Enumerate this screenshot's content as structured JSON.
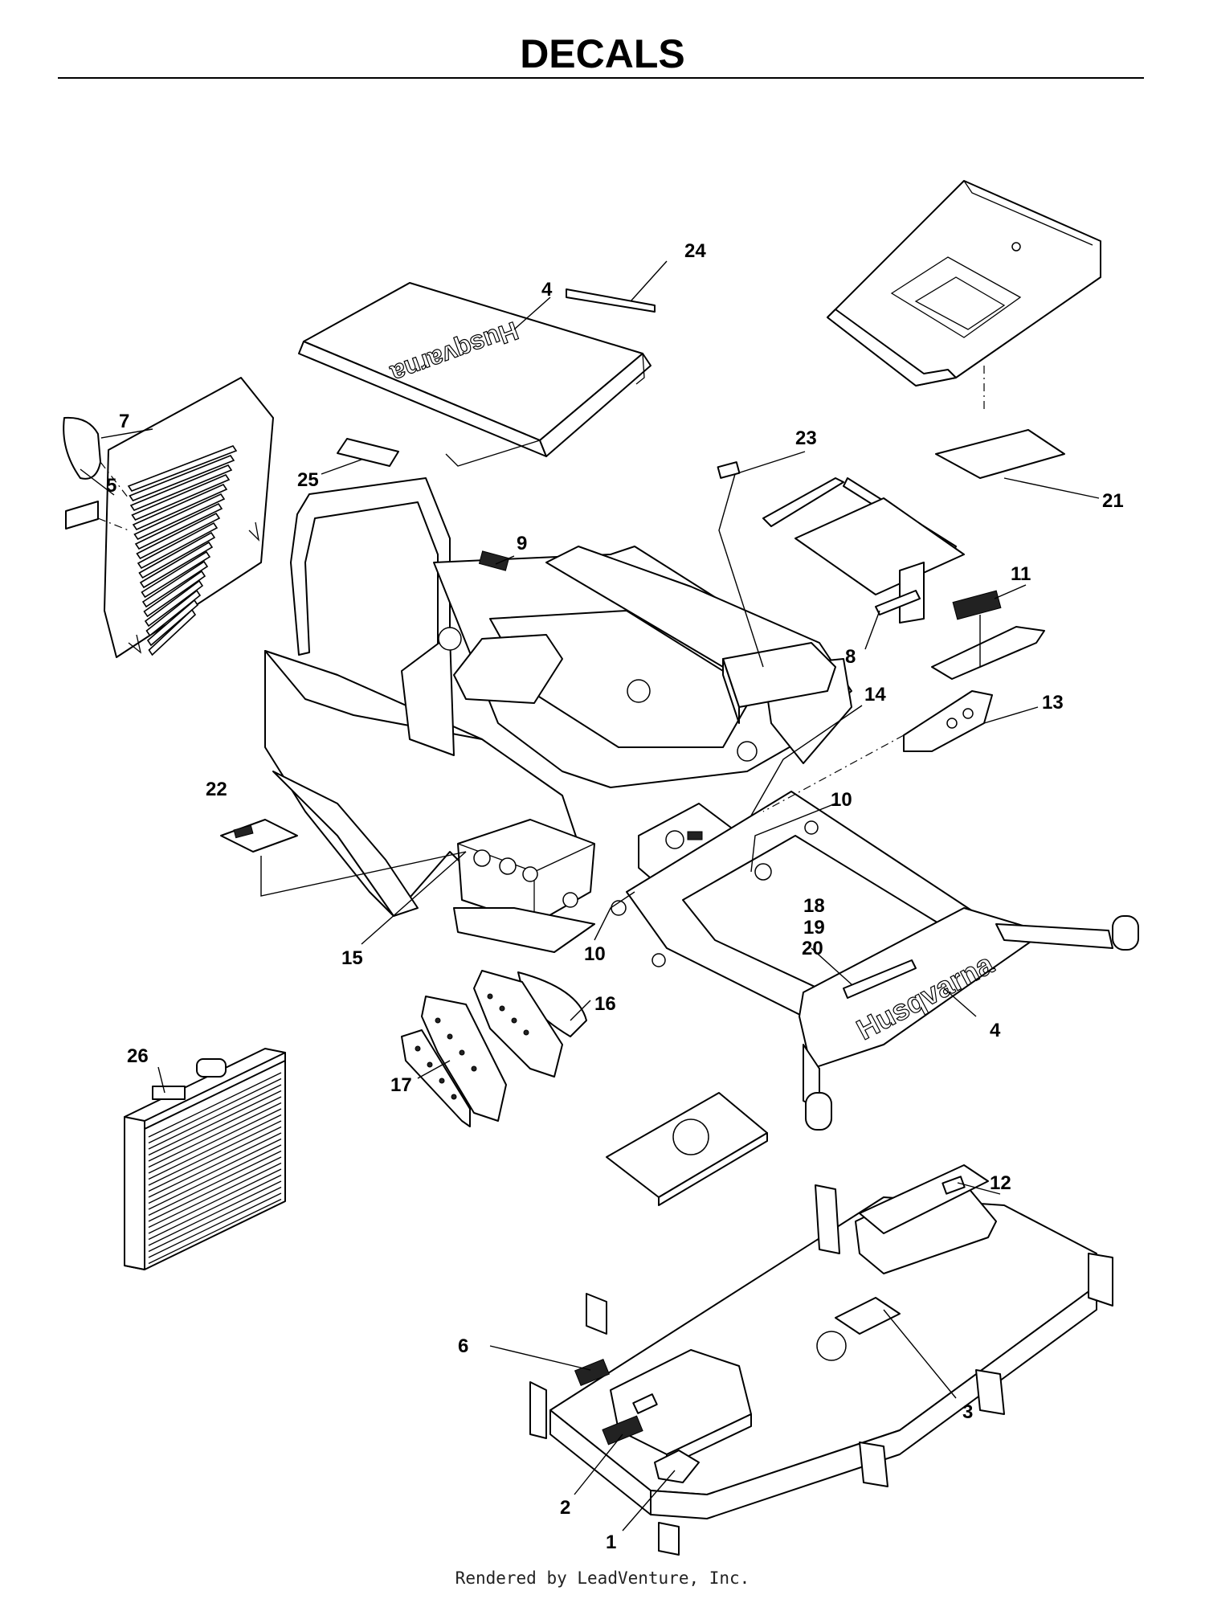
{
  "title": "DECALS",
  "footer": "Rendered by LeadVenture, Inc.",
  "brand_text": "Husqvarna",
  "callouts": {
    "c1": "1",
    "c2": "2",
    "c3": "3",
    "c4a": "4",
    "c4b": "4",
    "c5": "5",
    "c6": "6",
    "c7": "7",
    "c8": "8",
    "c9": "9",
    "c10a": "10",
    "c10b": "10",
    "c11": "11",
    "c12": "12",
    "c13": "13",
    "c14": "14",
    "c15": "15",
    "c16": "16",
    "c17": "17",
    "c18": "18",
    "c19": "19",
    "c20": "20",
    "c21": "21",
    "c22": "22",
    "c23": "23",
    "c24": "24",
    "c25": "25",
    "c26": "26"
  }
}
